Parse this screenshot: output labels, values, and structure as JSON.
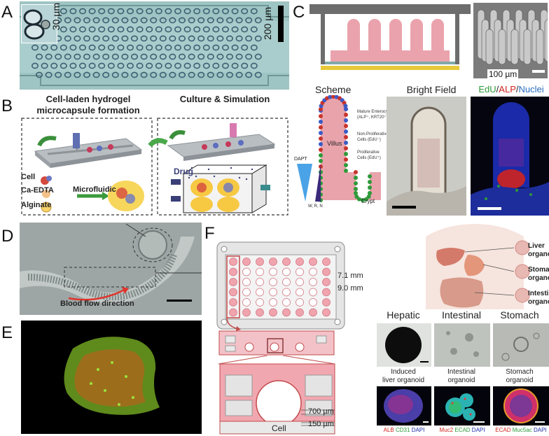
{
  "panels": {
    "A": {
      "label": "A",
      "scale_small": "30 µm",
      "scale_big": "200 µm"
    },
    "B": {
      "label": "B",
      "title_left_1": "Cell-laden hydrogel",
      "title_left_2": "microcapsule formation",
      "title_right": "Culture & Simulation",
      "legend_cell": "Cell",
      "legend_ca": "Ca-EDTA",
      "legend_alginate": "Alginate",
      "microfluidic": "Microfluidic",
      "drug": "Drug"
    },
    "C": {
      "label": "C",
      "scheme_title": "Scheme",
      "bright_title": "Bright Field",
      "fluor_edu": "EdU",
      "fluor_sep1": "/",
      "fluor_alp": "ALP",
      "fluor_sep2": "/",
      "fluor_nuclei": "Nuclei",
      "scale_sem": "100 µm",
      "mature_1": "Mature Enterocytes",
      "mature_2": "(ALP⁺, KRT20⁺)",
      "nonprolif_1": "Non-Proliferative",
      "nonprolif_2": "Cells (EdU⁻)",
      "prolif_1": "Proliferative",
      "prolif_2": "Cells (EdU⁺)",
      "villus": "Villus",
      "crypt": "Crypt",
      "dapt": "DAPT",
      "wrn": "W, R, N"
    },
    "D": {
      "label": "D",
      "flow": "Blood flow direction"
    },
    "E": {
      "label": "E"
    },
    "F": {
      "label": "F",
      "dim_71": "7.1 mm",
      "dim_90": "9.0 mm",
      "cell": "Cell",
      "dim_700": "700 µm",
      "dim_150": "150 µm",
      "liver_1": "Liver",
      "liver_2": "organoid",
      "stomach_1": "Stomach",
      "stomach_2": "organoid",
      "intestinal_1": "Intestinal",
      "intestinal_2": "organoid",
      "col_hepatic": "Hepatic",
      "col_intestinal": "Intestinal",
      "col_stomach": "Stomach",
      "ind_1": "Induced",
      "ind_2": "liver organoid",
      "int_1": "Intestinal",
      "int_2": "organoid",
      "sto_1": "Stomach",
      "sto_2": "organoid",
      "stain_alb": "ALB",
      "stain_cd31": "CD31",
      "stain_dapi1": "DAPI",
      "stain_muc2": "Muc2",
      "stain_ecad1": "ECAD",
      "stain_dapi2": "DAPI",
      "stain_ecad2": "ECAD",
      "stain_muc5ac": "Muc5ac",
      "stain_dapi3": "DAPI"
    }
  },
  "colors": {
    "pink": "#eaa3ad",
    "channel": "#7fa9a8",
    "frame_gray": "#6d6d6d",
    "nuclei_blue": "#1a2aa8",
    "alp_red": "#d0241e",
    "edu_green": "#2e9a3a"
  }
}
